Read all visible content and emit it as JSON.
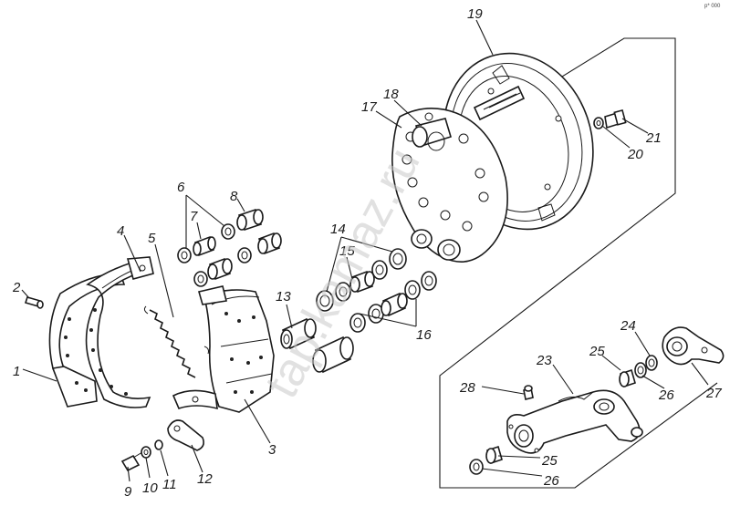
{
  "watermark": "tap.kamaz.ru",
  "corner_code": "p* 000",
  "labels": [
    {
      "id": "1",
      "text": "1"
    },
    {
      "id": "2",
      "text": "2"
    },
    {
      "id": "3",
      "text": "3"
    },
    {
      "id": "4",
      "text": "4"
    },
    {
      "id": "5",
      "text": "5"
    },
    {
      "id": "6",
      "text": "6"
    },
    {
      "id": "7",
      "text": "7"
    },
    {
      "id": "8",
      "text": "8"
    },
    {
      "id": "9",
      "text": "9"
    },
    {
      "id": "10",
      "text": "10"
    },
    {
      "id": "11",
      "text": "11"
    },
    {
      "id": "12",
      "text": "12"
    },
    {
      "id": "13",
      "text": "13"
    },
    {
      "id": "14",
      "text": "14"
    },
    {
      "id": "15",
      "text": "15"
    },
    {
      "id": "16",
      "text": "16"
    },
    {
      "id": "17",
      "text": "17"
    },
    {
      "id": "18",
      "text": "18"
    },
    {
      "id": "19",
      "text": "19"
    },
    {
      "id": "20",
      "text": "20"
    },
    {
      "id": "21",
      "text": "21"
    },
    {
      "id": "23",
      "text": "23"
    },
    {
      "id": "24",
      "text": "24"
    },
    {
      "id": "25a",
      "text": "25"
    },
    {
      "id": "25b",
      "text": "25"
    },
    {
      "id": "26a",
      "text": "26"
    },
    {
      "id": "26b",
      "text": "26"
    },
    {
      "id": "27",
      "text": "27"
    },
    {
      "id": "28",
      "text": "28"
    }
  ]
}
